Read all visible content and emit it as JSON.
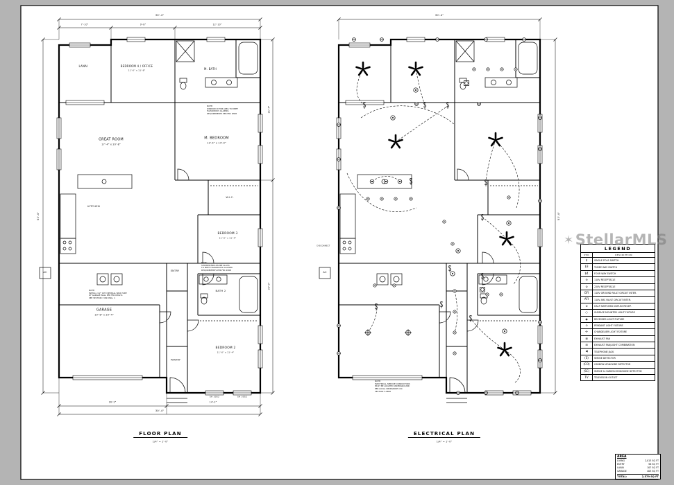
{
  "page": {
    "background": "#b4b4b4",
    "paper": "#ffffff",
    "line_color": "#000000"
  },
  "watermark": {
    "star": "✶",
    "text": "StellarMLS"
  },
  "floor_plan": {
    "title": "FLOOR PLAN",
    "scale": "1/4\" = 1'-0\"",
    "rooms": {
      "lanai": "LANAI",
      "bedroom4": "BEDROOM 4 / OFFICE",
      "bedroom4_size": "11'-0\" x 11'-8\"",
      "mbath": "M. BATH",
      "great_room": "GREAT ROOM",
      "great_room_size": "17'-4\" x 20'-8\"",
      "mbedroom": "M. BEDROOM",
      "mbedroom_size": "13'-4\" x 14'-0\"",
      "kitchen": "KITCHEN",
      "wic": "W.I.C.",
      "bedroom3": "BEDROOM 3",
      "bedroom3_size": "11'-0\" x 11'-4\"",
      "entry": "ENTRY",
      "bath2": "BATH 2",
      "garage": "GARAGE",
      "garage_size": "19'-8\" x 20'-4\"",
      "pantry": "PANTRY",
      "bedroom2": "BEDROOM 2",
      "bedroom2_size": "11'-0\" x 11'-4\"",
      "ac": "AC"
    },
    "dimensions": {
      "top_main": "30'-4\"",
      "top_a": "7'-10\"",
      "top_b": "9'-8\"",
      "top_c": "12'-10\"",
      "left_main": "53'-4\"",
      "right_a": "21'-4\"",
      "right_b": "32'-0\"",
      "bottom_a": "16'-2\"",
      "bottom_b": "14'-2\"",
      "bottom_main": "30'-4\""
    },
    "tags": {
      "window1": "SH 3052",
      "window2": "SH 3052"
    },
    "notes": {
      "tub_glazing": "NOTE:\nWINDOW IN TUB AREA TO MEET\nHAZARDOUS GLAZING\nREQUIREMENTS PER FBC R308",
      "shower_glazing": "NOTE:\nSHOWER ENCLOSURE GLASS\nTO MEET HAZARDOUS GLAZING\nREQUIREMENTS PER FBC R308",
      "garage_drywall": "NOTE:\nINSTALL 1/2\" GYP. DRYWALL BACK SIDE\nOF GARAGE WALL PER FBC R302.6\nSEE SECTION 3 ON DWG. 1"
    }
  },
  "electrical_plan": {
    "title": "ELECTRICAL PLAN",
    "scale": "1/4\" = 1'-0\"",
    "ac": "AC",
    "disconnect": "DISCONNECT",
    "dimensions": {
      "top_main": "30'-4\"",
      "right_main": "53'-4\""
    },
    "note": "NOTE:\nELECTRICAL SERVICE CONDUCTORS\nMUST BE LOCATED UNDERGROUND\nPER LOCAL ORDINANCE CSC\nSECTION 3-0890"
  },
  "legend": {
    "title": "LEGEND",
    "col_symbol": "SYM.",
    "col_description": "DESCRIPTION",
    "rows": [
      {
        "sym": "$",
        "desc": "SINGLE POLE SWITCH"
      },
      {
        "sym": "$3",
        "desc": "THREE WAY SWITCH"
      },
      {
        "sym": "$4",
        "desc": "FOUR WAY SWITCH"
      },
      {
        "sym": "⊖",
        "desc": "110V RECEPTACLE"
      },
      {
        "sym": "⊜",
        "desc": "220V RECEPTACLE"
      },
      {
        "sym": "GFI",
        "desc": "110V GROUND FAULT CIRCUIT INTER."
      },
      {
        "sym": "AFI",
        "desc": "110V ARC FAULT CIRCUIT INTER."
      },
      {
        "sym": "⊘",
        "desc": "HALF SWITCHED DUPLEX RECEP."
      },
      {
        "sym": "○",
        "desc": "SURFACE MOUNTED LIGHT FIXTURE"
      },
      {
        "sym": "◉",
        "desc": "RECESSED LIGHT FIXTURE"
      },
      {
        "sym": "⊙",
        "desc": "PENDANT LIGHT FIXTURE"
      },
      {
        "sym": "✣",
        "desc": "CHANDELIER LIGHT FIXTURE"
      },
      {
        "sym": "⊠",
        "desc": "EXHAUST FAN"
      },
      {
        "sym": "⊞",
        "desc": "EXHAUST FAN/LIGHT COMBINATION"
      },
      {
        "sym": "◀",
        "desc": "TELEPHONE JACK"
      },
      {
        "sym": "(S)",
        "desc": "SMOKE DETECTOR"
      },
      {
        "sym": "(CO)",
        "desc": "CARBON MONOXIDE DETECTOR"
      },
      {
        "sym": "(SC)",
        "desc": "SMOKE & CARBON MONOXIDE DETECTOR"
      },
      {
        "sym": "TV",
        "desc": "TELEVISION OUTLET"
      }
    ]
  },
  "area_table": {
    "title": "AREA",
    "rows": [
      {
        "label": "LIVING",
        "value": "2,013 SQ FT"
      },
      {
        "label": "ENTRY",
        "value": "56 SQ FT"
      },
      {
        "label": "LANAI",
        "value": "107 SQ FT"
      },
      {
        "label": "GARAGE",
        "value": "403 SQ FT"
      }
    ],
    "total": {
      "label": "TOTAL:",
      "value": "2,579 SQ FT"
    }
  }
}
